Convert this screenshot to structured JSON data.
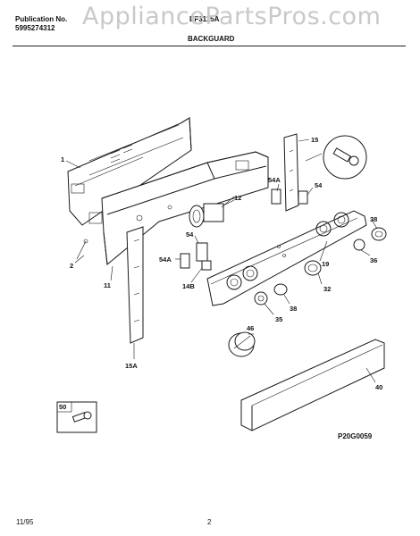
{
  "header": {
    "publication_label": "Publication No.",
    "publication_number": "5995274312",
    "model": "EF3115A",
    "section_title": "BACKGUARD",
    "watermark": "AppliancePartsPros.com"
  },
  "callouts": [
    {
      "label": "1"
    },
    {
      "label": "2"
    },
    {
      "label": "11"
    },
    {
      "label": "12"
    },
    {
      "label": "15"
    },
    {
      "label": "54A"
    },
    {
      "label": "54"
    },
    {
      "label": "54"
    },
    {
      "label": "54A"
    },
    {
      "label": "14B"
    },
    {
      "label": "15A"
    },
    {
      "label": "38"
    },
    {
      "label": "36"
    },
    {
      "label": "19"
    },
    {
      "label": "32"
    },
    {
      "label": "38"
    },
    {
      "label": "35"
    },
    {
      "label": "46"
    },
    {
      "label": "40"
    },
    {
      "label": "50"
    }
  ],
  "footer": {
    "diagram_code": "P20G0059",
    "date": "11/95",
    "page": "2"
  }
}
